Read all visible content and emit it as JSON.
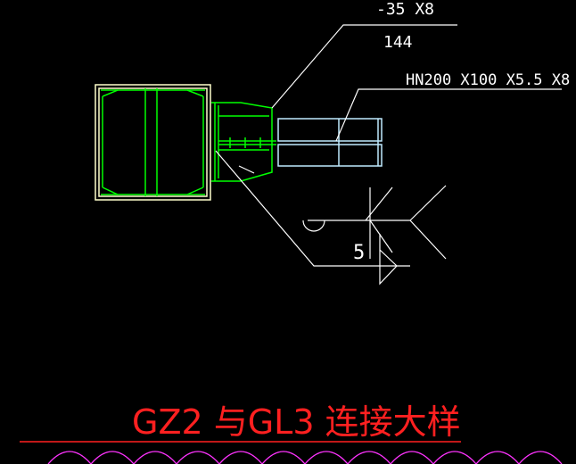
{
  "annotations": {
    "plate_spec": "-35 X8",
    "plate_length": "144",
    "beam_section": "HN200 X100 X5.5 X8",
    "weld_size": "5"
  },
  "title": "GZ2 与GL3 连接大样",
  "colors": {
    "background": "#000000",
    "column": "#ffffcc",
    "plate": "#00ff00",
    "beam": "#bfeaff",
    "leader": "#ffffff",
    "title": "#ff2020",
    "title_underline": "#ff2020",
    "break_line": "#ff33ff"
  }
}
